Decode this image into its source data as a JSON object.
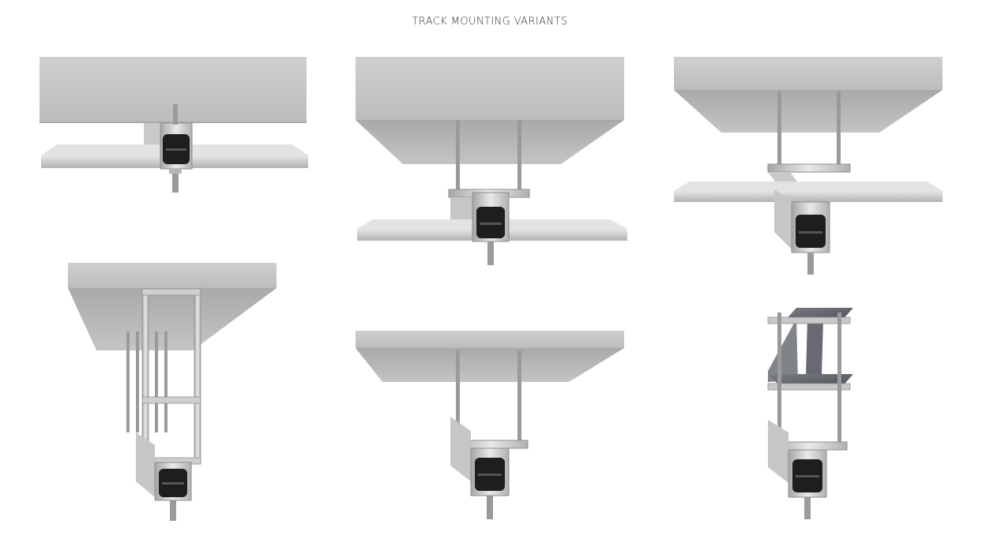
{
  "header": {
    "title": "TRACK MOUNTING VARIANTS"
  },
  "palette": {
    "concrete_top": "#d3d3d3",
    "concrete_face": "#bdbdbd",
    "aluminium": "#d9d9d9",
    "aluminium_dark": "#9c9c9c",
    "rubber": "#1e1e1e",
    "steel_beam": "#5e6166"
  },
  "variants": [
    {
      "id": "flush-ceiling-mount"
    },
    {
      "id": "rod-hung-soffit-mount"
    },
    {
      "id": "rod-hung-below-soffit"
    },
    {
      "id": "frame-drop-mount"
    },
    {
      "id": "rod-hung-track-only"
    },
    {
      "id": "steel-beam-clamp-mount"
    }
  ]
}
